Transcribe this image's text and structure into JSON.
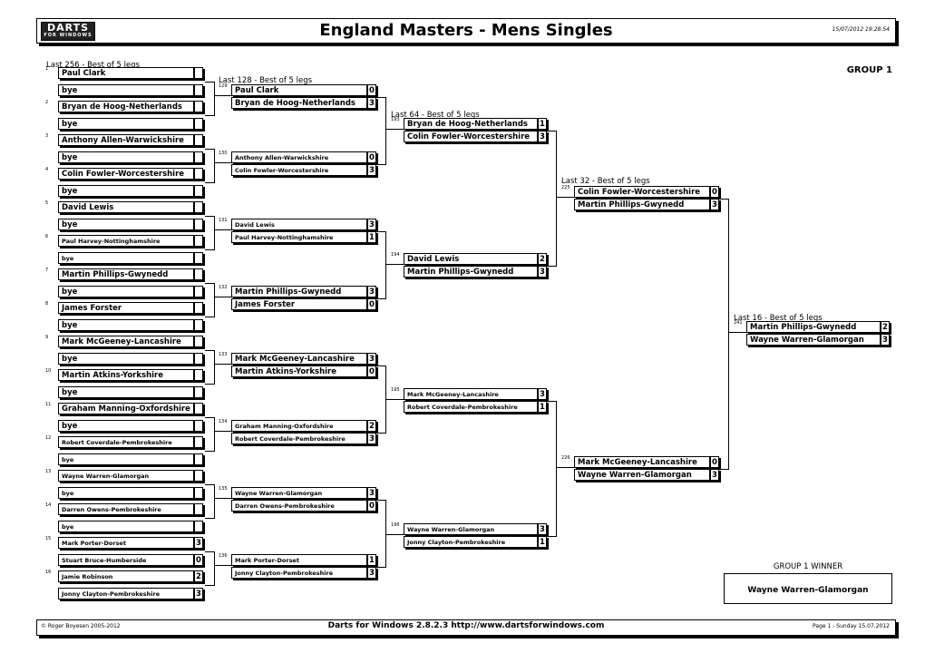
{
  "header": {
    "logo_text": "DARTS",
    "logo_sub": "FOR WINDOWS",
    "title": "England Masters - Mens Singles",
    "timestamp": "15/07/2012 19:28:54"
  },
  "group_label": "GROUP 1",
  "rounds": {
    "r256": "Last 256 - Best of 5 legs",
    "r128": "Last 128 - Best of 5 legs",
    "r64": "Last 64 - Best of 5 legs",
    "r32": "Last 32 - Best of 5 legs",
    "r16": "Last 16 - Best of 5 legs"
  },
  "r256": [
    {
      "num": "1",
      "top": "Paul Clark",
      "bottom": "bye",
      "top_score": "",
      "bottom_score": ""
    },
    {
      "num": "2",
      "top": "Bryan de Hoog-Netherlands",
      "bottom": "bye",
      "top_score": "",
      "bottom_score": ""
    },
    {
      "num": "3",
      "top": "Anthony Allen-Warwickshire",
      "bottom": "bye",
      "top_score": "",
      "bottom_score": ""
    },
    {
      "num": "4",
      "top": "Colin Fowler-Worcestershire",
      "bottom": "bye",
      "top_score": "",
      "bottom_score": ""
    },
    {
      "num": "5",
      "top": "David Lewis",
      "bottom": "bye",
      "top_score": "",
      "bottom_score": ""
    },
    {
      "num": "6",
      "top": "Paul Harvey-Nottinghamshire",
      "bottom": "bye",
      "top_score": "",
      "bottom_score": ""
    },
    {
      "num": "7",
      "top": "Martin Phillips-Gwynedd",
      "bottom": "bye",
      "top_score": "",
      "bottom_score": ""
    },
    {
      "num": "8",
      "top": "James Forster",
      "bottom": "bye",
      "top_score": "",
      "bottom_score": ""
    },
    {
      "num": "9",
      "top": "Mark McGeeney-Lancashire",
      "bottom": "bye",
      "top_score": "",
      "bottom_score": ""
    },
    {
      "num": "10",
      "top": "Martin Atkins-Yorkshire",
      "bottom": "bye",
      "top_score": "",
      "bottom_score": ""
    },
    {
      "num": "11",
      "top": "Graham Manning-Oxfordshire",
      "bottom": "bye",
      "top_score": "",
      "bottom_score": ""
    },
    {
      "num": "12",
      "top": "Robert Coverdale-Pembrokeshire",
      "bottom": "bye",
      "top_score": "",
      "bottom_score": ""
    },
    {
      "num": "13",
      "top": "Wayne Warren-Glamorgan",
      "bottom": "bye",
      "top_score": "",
      "bottom_score": ""
    },
    {
      "num": "14",
      "top": "Darren Owens-Pembrokeshire",
      "bottom": "bye",
      "top_score": "",
      "bottom_score": ""
    },
    {
      "num": "15",
      "top": "Mark Porter-Dorset",
      "bottom": "Stuart Bruce-Humberside",
      "top_score": "3",
      "bottom_score": "0"
    },
    {
      "num": "16",
      "top": "Jamie Robinson",
      "bottom": "Jonny Clayton-Pembrokeshire",
      "top_score": "2",
      "bottom_score": "3"
    }
  ],
  "r128": [
    {
      "num": "129",
      "top": "Paul Clark",
      "bottom": "Bryan de Hoog-Netherlands",
      "top_score": "0",
      "bottom_score": "3"
    },
    {
      "num": "130",
      "top": "Anthony Allen-Warwickshire",
      "bottom": "Colin Fowler-Worcestershire",
      "top_score": "0",
      "bottom_score": "3"
    },
    {
      "num": "131",
      "top": "David Lewis",
      "bottom": "Paul Harvey-Nottinghamshire",
      "top_score": "3",
      "bottom_score": "1"
    },
    {
      "num": "132",
      "top": "Martin Phillips-Gwynedd",
      "bottom": "James Forster",
      "top_score": "3",
      "bottom_score": "0"
    },
    {
      "num": "133",
      "top": "Mark McGeeney-Lancashire",
      "bottom": "Martin Atkins-Yorkshire",
      "top_score": "3",
      "bottom_score": "0"
    },
    {
      "num": "134",
      "top": "Graham Manning-Oxfordshire",
      "bottom": "Robert Coverdale-Pembrokeshire",
      "top_score": "2",
      "bottom_score": "3"
    },
    {
      "num": "135",
      "top": "Wayne Warren-Glamorgan",
      "bottom": "Darren Owens-Pembrokeshire",
      "top_score": "3",
      "bottom_score": "0"
    },
    {
      "num": "136",
      "top": "Mark Porter-Dorset",
      "bottom": "Jonny Clayton-Pembrokeshire",
      "top_score": "1",
      "bottom_score": "3"
    }
  ],
  "r64": [
    {
      "num": "193",
      "top": "Bryan de Hoog-Netherlands",
      "bottom": "Colin Fowler-Worcestershire",
      "top_score": "1",
      "bottom_score": "3"
    },
    {
      "num": "194",
      "top": "David Lewis",
      "bottom": "Martin Phillips-Gwynedd",
      "top_score": "2",
      "bottom_score": "3"
    },
    {
      "num": "195",
      "top": "Mark McGeeney-Lancashire",
      "bottom": "Robert Coverdale-Pembrokeshire",
      "top_score": "3",
      "bottom_score": "1"
    },
    {
      "num": "196",
      "top": "Wayne Warren-Glamorgan",
      "bottom": "Jonny Clayton-Pembrokeshire",
      "top_score": "3",
      "bottom_score": "1"
    }
  ],
  "r32": [
    {
      "num": "225",
      "top": "Colin Fowler-Worcestershire",
      "bottom": "Martin Phillips-Gwynedd",
      "top_score": "0",
      "bottom_score": "3"
    },
    {
      "num": "226",
      "top": "Mark McGeeney-Lancashire",
      "bottom": "Wayne Warren-Glamorgan",
      "top_score": "0",
      "bottom_score": "3"
    }
  ],
  "r16": [
    {
      "num": "241",
      "top": "Martin Phillips-Gwynedd",
      "bottom": "Wayne Warren-Glamorgan",
      "top_score": "2",
      "bottom_score": "3"
    }
  ],
  "winner": {
    "label": "GROUP 1 WINNER",
    "name": "Wayne Warren-Glamorgan"
  },
  "footer": {
    "copyright": "© Roger Boyesen 2005-2012",
    "center": "Darts for Windows 2.8.2.3 http://www.dartsforwindows.com",
    "page": "Page 1 - Sunday 15.07.2012"
  }
}
